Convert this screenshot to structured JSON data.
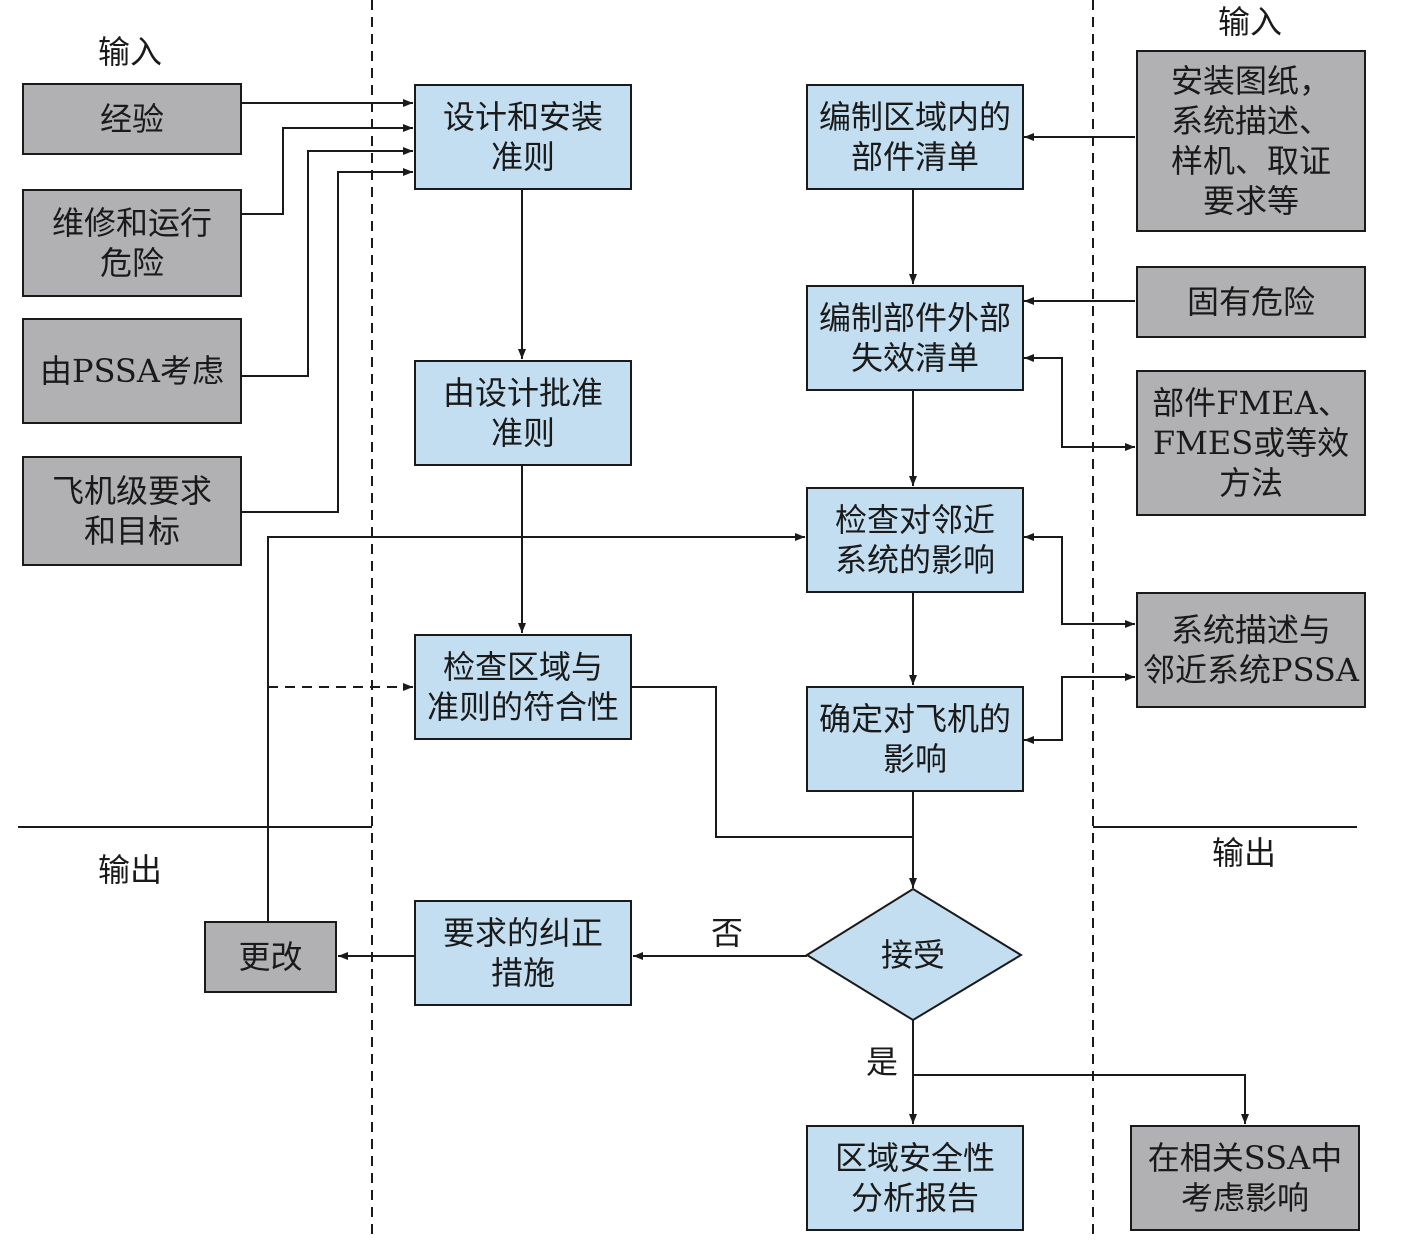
{
  "labels": {
    "input_left": "输入",
    "input_right": "输入",
    "output_left": "输出",
    "output_right": "输出",
    "no": "否",
    "yes": "是"
  },
  "inputs_left": {
    "experience": "经验",
    "maintenance_hazard": "维修和运行\n危险",
    "from_pssa": "由PSSA考虑",
    "aircraft_requirements": "飞机级要求\n和目标"
  },
  "process_left": {
    "design_install_rules": "设计和安装\n准则",
    "design_approved_rules": "由设计批准\n准则",
    "check_compliance": "检查区域与\n准则的符合性"
  },
  "process_right": {
    "list_components": "编制区域内的\n部件清单",
    "list_failures": "编制部件外部\n失效清单",
    "check_adjacent": "检查对邻近\n系统的影响",
    "determine_aircraft": "确定对飞机的\n影响"
  },
  "inputs_right": {
    "install_drawings": "安装图纸，\n系统描述、\n样机、取证\n要求等",
    "inherent_hazard": "固有危险",
    "fmea": "部件FMEA、\nFMES或等效\n方法",
    "system_description": "系统描述与\n邻近系统PSSA"
  },
  "decision": {
    "accept": "接受"
  },
  "outputs": {
    "corrective_action": "要求的纠正\n措施",
    "change": "更改",
    "zonal_report": "区域安全性\n分析报告",
    "consider_ssa": "在相关SSA中\n考虑影响"
  }
}
